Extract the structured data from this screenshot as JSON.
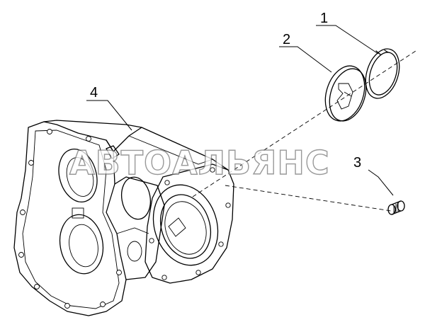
{
  "callouts": [
    {
      "id": "1",
      "label": "1"
    },
    {
      "id": "2",
      "label": "2"
    },
    {
      "id": "3",
      "label": "3"
    },
    {
      "id": "4",
      "label": "4"
    }
  ],
  "watermark": "АВТОАЛЬЯНС",
  "colors": {
    "line": "#000000",
    "background": "#ffffff",
    "watermark_stroke": "#777777"
  }
}
